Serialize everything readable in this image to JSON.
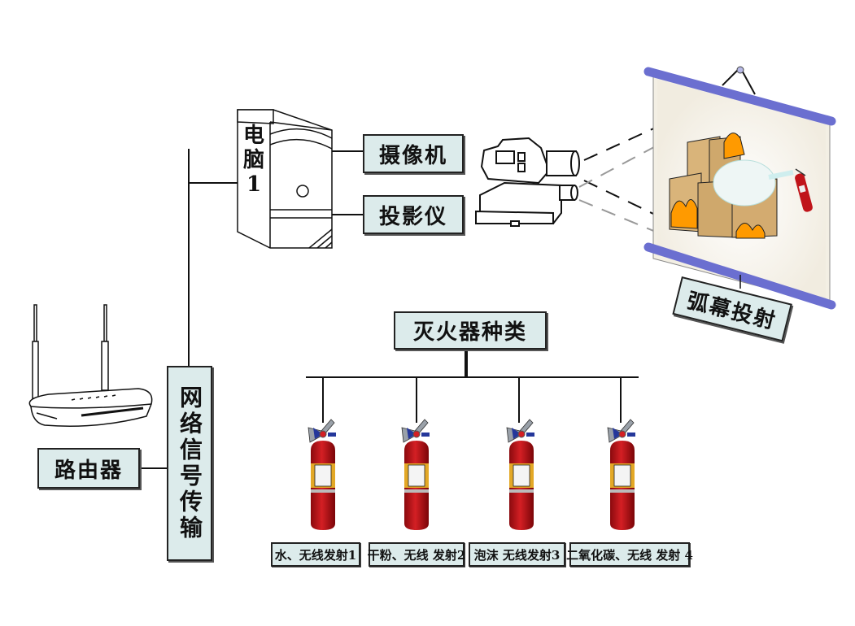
{
  "nodes": {
    "computer": {
      "label": "电脑1",
      "icon": "computer-tower-icon"
    },
    "camera": {
      "label": "摄像机"
    },
    "projector": {
      "label": "投影仪",
      "icon": "projector-camera-icon"
    },
    "screen": {
      "label": "弧幕投射",
      "icon": "projection-screen-icon"
    },
    "router": {
      "label": "路由器",
      "icon": "wifi-router-icon"
    },
    "network": {
      "label": "网络信号传输"
    },
    "extinguisher_types": {
      "label": "灭火器种类"
    }
  },
  "extinguishers": [
    {
      "label": "水、无线发射1",
      "icon": "fire-extinguisher-icon"
    },
    {
      "label": "干粉、无线 发射2",
      "icon": "fire-extinguisher-icon"
    },
    {
      "label": "泡沫 无线发射3",
      "icon": "fire-extinguisher-icon"
    },
    {
      "label": "二氧化碳、无线 发射 4",
      "icon": "fire-extinguisher-icon"
    }
  ],
  "colors": {
    "box_fill": "#dcebeb",
    "extinguisher_red": "#c0141a",
    "screen_roller": "#6b6fd0"
  }
}
